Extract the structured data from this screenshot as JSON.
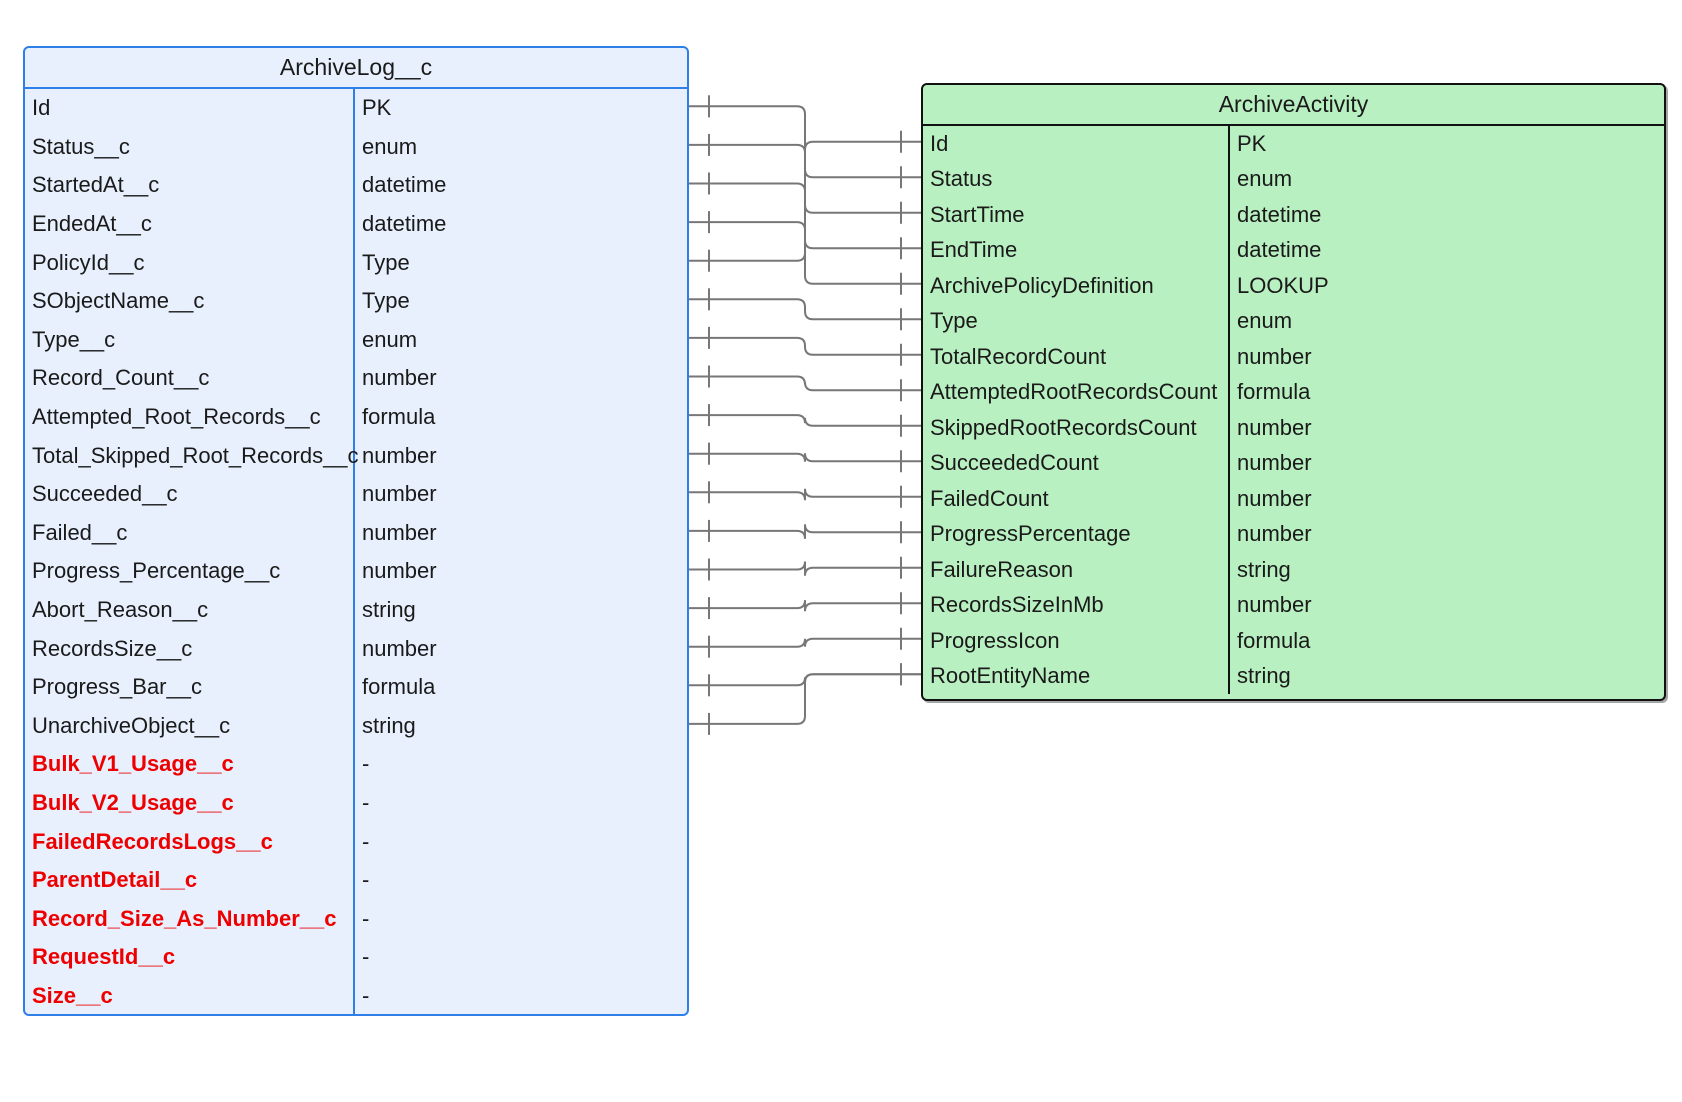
{
  "diagram": {
    "type": "entity-relationship-diagram",
    "background_color": "#ffffff",
    "relationship_notation": "one-to-one",
    "connector_color": "#777777"
  },
  "entities": [
    {
      "id": "archivelog",
      "name": "ArchiveLog__c",
      "fill_color": "#e8f0fe",
      "border_color": "#2f7fe8",
      "columns": [
        "field",
        "type"
      ],
      "fields": [
        {
          "name": "Id",
          "type": "PK",
          "missing": false
        },
        {
          "name": "Status__c",
          "type": "enum",
          "missing": false
        },
        {
          "name": "StartedAt__c",
          "type": "datetime",
          "missing": false
        },
        {
          "name": "EndedAt__c",
          "type": "datetime",
          "missing": false
        },
        {
          "name": "PolicyId__c",
          "type": "Type",
          "missing": false
        },
        {
          "name": "SObjectName__c",
          "type": "Type",
          "missing": false
        },
        {
          "name": "Type__c",
          "type": "enum",
          "missing": false
        },
        {
          "name": "Record_Count__c",
          "type": "number",
          "missing": false
        },
        {
          "name": "Attempted_Root_Records__c",
          "type": "formula",
          "missing": false
        },
        {
          "name": "Total_Skipped_Root_Records__c",
          "type": "number",
          "missing": false
        },
        {
          "name": "Succeeded__c",
          "type": "number",
          "missing": false
        },
        {
          "name": "Failed__c",
          "type": "number",
          "missing": false
        },
        {
          "name": "Progress_Percentage__c",
          "type": "number",
          "missing": false
        },
        {
          "name": "Abort_Reason__c",
          "type": "string",
          "missing": false
        },
        {
          "name": "RecordsSize__c",
          "type": "number",
          "missing": false
        },
        {
          "name": "Progress_Bar__c",
          "type": "formula",
          "missing": false
        },
        {
          "name": "UnarchiveObject__c",
          "type": "string",
          "missing": false
        },
        {
          "name": "Bulk_V1_Usage__c",
          "type": "-",
          "missing": true
        },
        {
          "name": "Bulk_V2_Usage__c",
          "type": "-",
          "missing": true
        },
        {
          "name": "FailedRecordsLogs__c",
          "type": "-",
          "missing": true
        },
        {
          "name": "ParentDetail__c",
          "type": "-",
          "missing": true
        },
        {
          "name": "Record_Size_As_Number__c",
          "type": "-",
          "missing": true
        },
        {
          "name": "RequestId__c",
          "type": "-",
          "missing": true
        },
        {
          "name": "Size__c",
          "type": "-",
          "missing": true
        }
      ]
    },
    {
      "id": "archiveactivity",
      "name": "ArchiveActivity",
      "fill_color": "#b9f0c1",
      "border_color": "#111111",
      "columns": [
        "field",
        "type"
      ],
      "fields": [
        {
          "name": "Id",
          "type": "PK",
          "missing": false
        },
        {
          "name": "Status",
          "type": "enum",
          "missing": false
        },
        {
          "name": "StartTime",
          "type": "datetime",
          "missing": false
        },
        {
          "name": "EndTime",
          "type": "datetime",
          "missing": false
        },
        {
          "name": "ArchivePolicyDefinition",
          "type": "LOOKUP",
          "missing": false
        },
        {
          "name": "Type",
          "type": "enum",
          "missing": false
        },
        {
          "name": "TotalRecordCount",
          "type": "number",
          "missing": false
        },
        {
          "name": "AttemptedRootRecordsCount",
          "type": "formula",
          "missing": false
        },
        {
          "name": "SkippedRootRecordsCount",
          "type": "number",
          "missing": false
        },
        {
          "name": "SucceededCount",
          "type": "number",
          "missing": false
        },
        {
          "name": "FailedCount",
          "type": "number",
          "missing": false
        },
        {
          "name": "ProgressPercentage",
          "type": "number",
          "missing": false
        },
        {
          "name": "FailureReason",
          "type": "string",
          "missing": false
        },
        {
          "name": "RecordsSizeInMb",
          "type": "number",
          "missing": false
        },
        {
          "name": "ProgressIcon",
          "type": "formula",
          "missing": false
        },
        {
          "name": "RootEntityName",
          "type": "string",
          "missing": false
        }
      ]
    }
  ],
  "relationships": [
    {
      "from": "archivelog.Id",
      "to": "archiveactivity.Status",
      "style": "stepped"
    },
    {
      "from": "archivelog.Status__c",
      "to": "archiveactivity.StartTime",
      "style": "stepped"
    },
    {
      "from": "archivelog.StartedAt__c",
      "to": "archiveactivity.EndTime",
      "style": "stepped"
    },
    {
      "from": "archivelog.EndedAt__c",
      "to": "archiveactivity.ArchivePolicyDefinition",
      "style": "stepped"
    },
    {
      "from": "archivelog.PolicyId__c",
      "to": "archiveactivity.Id",
      "style": "stepped"
    },
    {
      "from": "archivelog.SObjectName__c",
      "to": "archiveactivity.Type",
      "style": "straight"
    },
    {
      "from": "archivelog.Type__c",
      "to": "archiveactivity.TotalRecordCount",
      "style": "straight"
    },
    {
      "from": "archivelog.Record_Count__c",
      "to": "archiveactivity.AttemptedRootRecordsCount",
      "style": "straight"
    },
    {
      "from": "archivelog.Attempted_Root_Records__c",
      "to": "archiveactivity.SkippedRootRecordsCount",
      "style": "straight"
    },
    {
      "from": "archivelog.Total_Skipped_Root_Records__c",
      "to": "archiveactivity.SucceededCount",
      "style": "straight"
    },
    {
      "from": "archivelog.Succeeded__c",
      "to": "archiveactivity.FailedCount",
      "style": "straight"
    },
    {
      "from": "archivelog.Failed__c",
      "to": "archiveactivity.ProgressPercentage",
      "style": "straight"
    },
    {
      "from": "archivelog.Progress_Percentage__c",
      "to": "archiveactivity.FailureReason",
      "style": "straight"
    },
    {
      "from": "archivelog.Abort_Reason__c",
      "to": "archiveactivity.RecordsSizeInMb",
      "style": "straight"
    },
    {
      "from": "archivelog.RecordsSize__c",
      "to": "archiveactivity.ProgressIcon",
      "style": "straight"
    },
    {
      "from": "archivelog.Progress_Bar__c",
      "to": "archiveactivity.RootEntityName",
      "style": "straight"
    },
    {
      "from": "archivelog.UnarchiveObject__c",
      "to": "archiveactivity.RootEntityName",
      "style": "straight"
    }
  ]
}
